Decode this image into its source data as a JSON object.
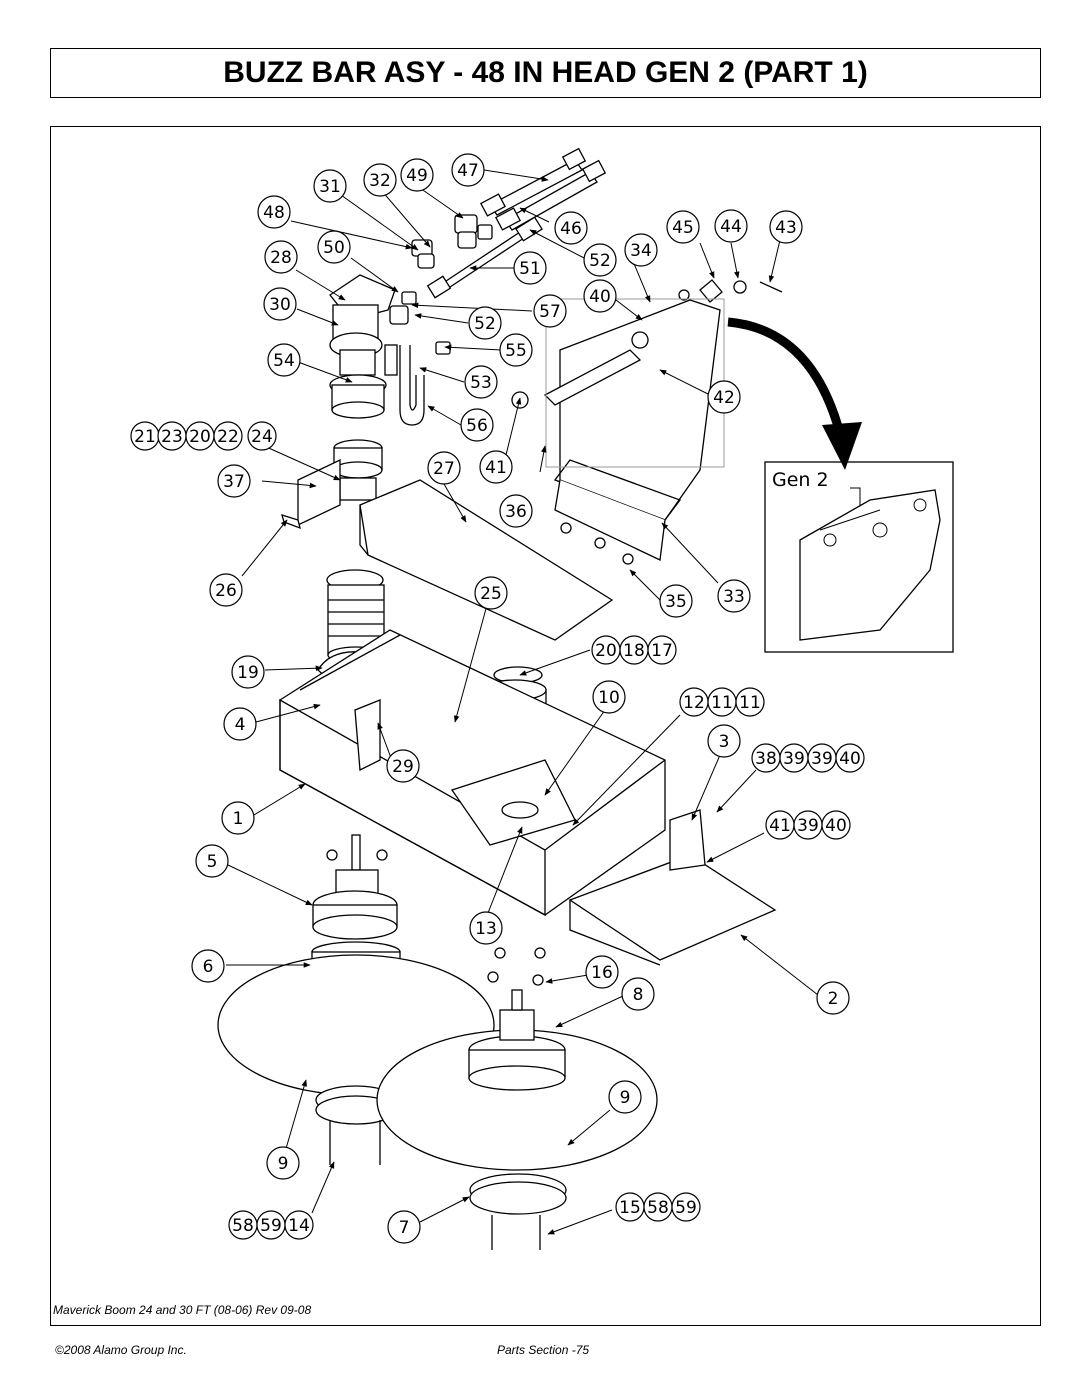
{
  "header": {
    "title": "BUZZ BAR ASY - 48 IN HEAD GEN 2 (PART 1)"
  },
  "inset": {
    "label": "Gen 2"
  },
  "callouts": {
    "c47": "47",
    "c31": "31",
    "c32": "32",
    "c49": "49",
    "c48": "48",
    "c46": "46",
    "c45": "45",
    "c44": "44",
    "c43": "43",
    "c28": "28",
    "c50": "50",
    "c52a": "52",
    "c51": "51",
    "c34": "34",
    "c40": "40",
    "c30": "30",
    "c57": "57",
    "c52b": "52",
    "c54": "54",
    "c55": "55",
    "c53": "53",
    "c42": "42",
    "c56": "56",
    "c21": "21",
    "c23": "23",
    "c20a": "20",
    "c22": "22",
    "c24": "24",
    "c27": "27",
    "c41": "41",
    "c37": "37",
    "c36": "36",
    "c26": "26",
    "c25": "25",
    "c35": "35",
    "c33": "33",
    "c20b": "20",
    "c18": "18",
    "c17": "17",
    "c19": "19",
    "c10": "10",
    "c12": "12",
    "c11a": "11",
    "c11b": "11",
    "c4": "4",
    "c3": "3",
    "c38": "38",
    "c39a": "39",
    "c39b": "39",
    "c40b": "40",
    "c29": "29",
    "c1": "1",
    "c41b": "41",
    "c39c": "39",
    "c40c": "40",
    "c5": "5",
    "c13": "13",
    "c6": "6",
    "c16": "16",
    "c8": "8",
    "c2": "2",
    "c9a": "9",
    "c9b": "9",
    "c58a": "58",
    "c59a": "59",
    "c14": "14",
    "c7": "7",
    "c15": "15",
    "c58b": "58",
    "c59b": "59"
  },
  "footer": {
    "reference": "Maverick Boom 24 and 30 FT (08-06) Rev 09-08",
    "copyright": "©2008 Alamo Group Inc.",
    "page": "Parts Section -75"
  }
}
